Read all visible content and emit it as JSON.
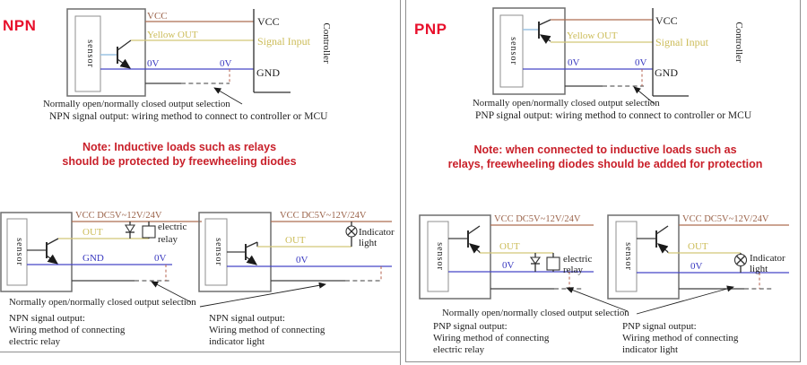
{
  "colors": {
    "wire_vcc_brown": "#ad6e52",
    "wire_out_yellow": "#d2c678",
    "wire_0v_blue": "#4646c6",
    "base_light_blue": "#9cc4e4",
    "note_red": "#c9202a",
    "title_red": "#e8102c",
    "border_gray": "#8f8f8f"
  },
  "left": {
    "title": "NPN",
    "top": {
      "sensor": "sensor",
      "vcc": "VCC",
      "yellow_out": "Yellow OUT",
      "ov1": "0V",
      "ov2": "0V",
      "ctrl_vcc": "VCC",
      "signal": "Signal Input",
      "gnd": "GND",
      "controller": "Controller",
      "selection": "Normally open/normally closed output selection",
      "caption": "NPN signal output: wiring method to connect to controller or MCU"
    },
    "note1": "Note: Inductive loads such as relays",
    "note2": "should be protected by freewheeling diodes",
    "relay": {
      "sensor": "sensor",
      "vcc": "VCC DC5V~12V/24V",
      "out": "OUT",
      "gnd": "GND",
      "ov": "0V",
      "dev1": "electric",
      "dev2": "relay"
    },
    "indicator": {
      "sensor": "sensor",
      "vcc": "VCC DC5V~12V/24V",
      "out": "OUT",
      "ov": "0V",
      "dev1": "Indicator",
      "dev2": "light"
    },
    "selection2": "Normally open/normally closed output selection",
    "cap_relay": [
      "NPN signal output:",
      "Wiring method of connecting",
      "electric relay"
    ],
    "cap_ind": [
      "NPN signal output:",
      "Wiring method of connecting",
      "indicator light"
    ]
  },
  "right": {
    "title": "PNP",
    "top": {
      "sensor": "sensor",
      "yellow_out": "Yellow OUT",
      "ov1": "0V",
      "ov2": "0V",
      "ctrl_vcc": "VCC",
      "signal": "Signal Input",
      "gnd": "GND",
      "controller": "Controller",
      "selection": "Normally open/normally closed output selection",
      "caption": "PNP signal output: wiring method to connect to controller or MCU"
    },
    "note1": "Note: when connected to inductive loads such as",
    "note2": "relays, freewheeling diodes should be added for protection",
    "relay": {
      "sensor": "sensor",
      "vcc": "VCC DC5V~12V/24V",
      "out": "OUT",
      "ov": "0V",
      "dev1": "electric",
      "dev2": "relay"
    },
    "indicator": {
      "sensor": "sensor",
      "vcc": "VCC DC5V~12V/24V",
      "out": "OUT",
      "ov": "0V",
      "dev1": "Indicator",
      "dev2": "light"
    },
    "selection2": "Normally open/normally closed output selection",
    "cap_relay": [
      "PNP signal output:",
      "Wiring method of connecting",
      "electric relay"
    ],
    "cap_ind": [
      "PNP signal output:",
      "Wiring method of connecting",
      "indicator light"
    ]
  }
}
